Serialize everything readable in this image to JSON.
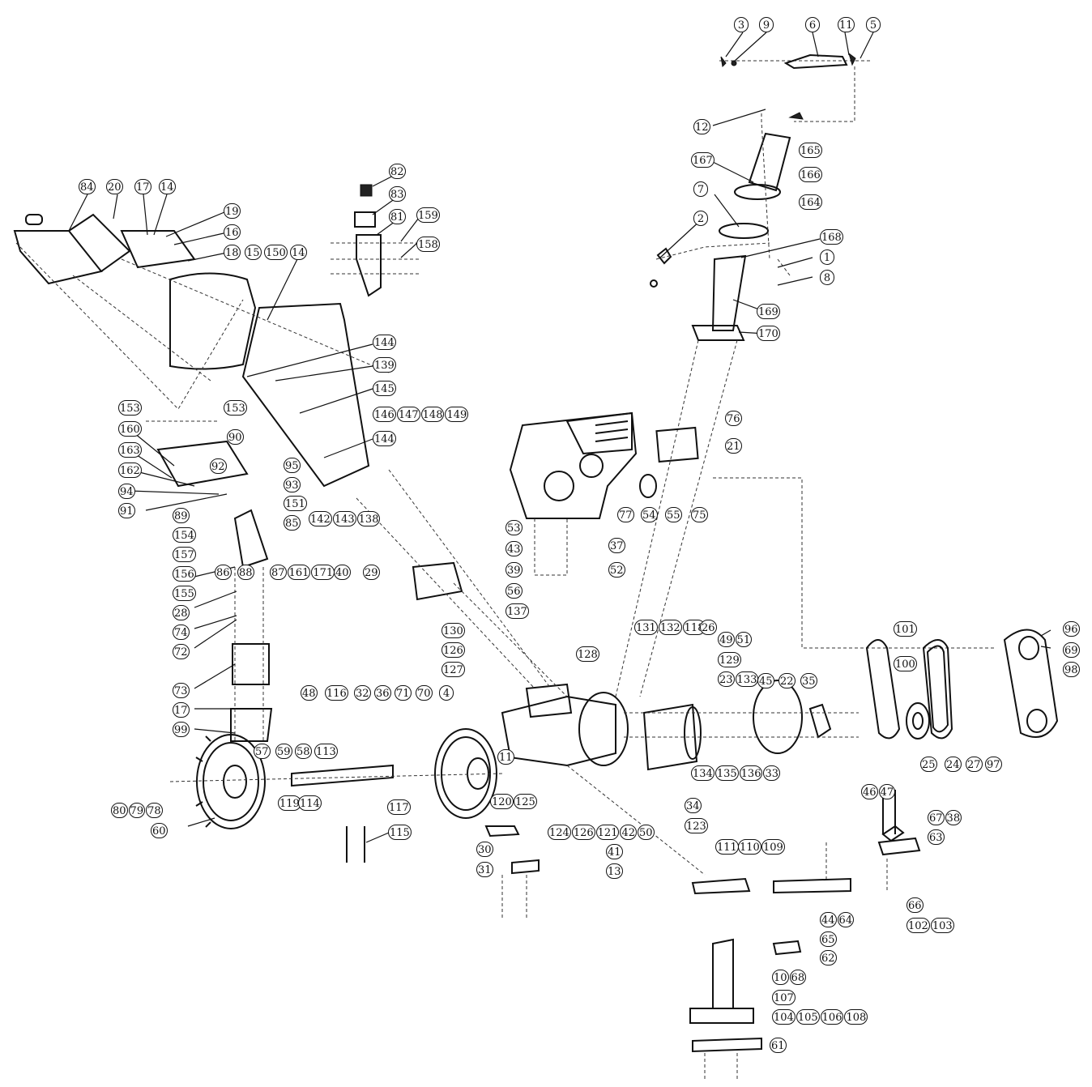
{
  "diagram": {
    "type": "exploded-parts-view",
    "callouts": {
      "c3": "3",
      "c9": "9",
      "c6": "6",
      "c11a": "11",
      "c5": "5",
      "c12": "12",
      "c165": "165",
      "c167": "167",
      "c166": "166",
      "c164": "164",
      "c7": "7",
      "c2": "2",
      "c168": "168",
      "c1": "1",
      "c8": "8",
      "c169": "169",
      "c170": "170",
      "c84": "84",
      "c20": "20",
      "c17a": "17",
      "c14a": "14",
      "c82": "82",
      "c83": "83",
      "c81": "81",
      "c159": "159",
      "c158": "158",
      "c19": "19",
      "c16a": "16",
      "c18": "18",
      "c15": "15",
      "c150": "150",
      "c14b": "14",
      "c144a": "144",
      "c139": "139",
      "c145": "145",
      "c146_149": [
        "146",
        "147",
        "148",
        "149"
      ],
      "c144b": "144",
      "c153a": "153",
      "c153b": "153",
      "c160": "160",
      "c163": "163",
      "c162": "162",
      "c90": "90",
      "c95": "95",
      "c92": "92",
      "c94": "94",
      "c93": "93",
      "c91": "91",
      "c89": "89",
      "c151": "151",
      "c154": "154",
      "c85": "85",
      "c142_138": [
        "142",
        "143",
        "138"
      ],
      "c157": "157",
      "c156": "156",
      "c155": "155",
      "c86": "86",
      "c88": "88",
      "c87_171": [
        "87",
        "161",
        "171"
      ],
      "c40": "40",
      "c29": "29",
      "c28": "28",
      "c74": "74",
      "c72": "72",
      "c73": "73",
      "c17b": "17",
      "c99": "99",
      "c76": "76",
      "c21": "21",
      "c77": "77",
      "c54": "54",
      "c55": "55",
      "c75": "75",
      "c53": "53",
      "c37": "37",
      "c43": "43",
      "c39": "39",
      "c52": "52",
      "c56": "56",
      "c137": "137",
      "c130": "130",
      "c126a": "126",
      "c127": "127",
      "c128": "128",
      "c131_118": [
        "131",
        "132",
        "118"
      ],
      "c26": "26",
      "c49_51": [
        "49",
        "51"
      ],
      "c129": "129",
      "c23_133": [
        "23",
        "133"
      ],
      "c45": "45",
      "c22": "22",
      "c35": "35",
      "c101": "101",
      "c100": "100",
      "c96": "96",
      "c69": "69",
      "c98": "98",
      "c48": "48",
      "c116": "116",
      "c32": "32",
      "c36": "36",
      "c71": "71",
      "c70": "70",
      "c4": "4",
      "c57": "57",
      "c59": "59",
      "c58": "58",
      "c113": "113",
      "c119": "119",
      "c114": "114",
      "c117": "117",
      "c80_78": [
        "80",
        "79",
        "78"
      ],
      "c60": "60",
      "c115": "115",
      "c11b": "11",
      "c120": "120",
      "c125": "125",
      "c124_42": [
        "124",
        "126",
        "121",
        "42",
        "50"
      ],
      "c41": "41",
      "c13": "13",
      "c30": "30",
      "c31": "31",
      "c134_33": [
        "134",
        "135",
        "136",
        "33"
      ],
      "c34": "34",
      "c123": "123",
      "c46_47": [
        "46",
        "47"
      ],
      "c25": "25",
      "c24": "24",
      "c27": "27",
      "c97": "97",
      "c67_38": [
        "67",
        "38"
      ],
      "c63": "63",
      "c111": "111",
      "c110": "110",
      "c109": "109",
      "c66": "66",
      "c102_103": [
        "102",
        "103"
      ],
      "c44_64": [
        "44",
        "64"
      ],
      "c65": "65",
      "c62": "62",
      "c10_68": [
        "10",
        "68"
      ],
      "c107": "107",
      "c104_108": [
        "104",
        "105",
        "106",
        "108"
      ],
      "c61": "61"
    }
  }
}
